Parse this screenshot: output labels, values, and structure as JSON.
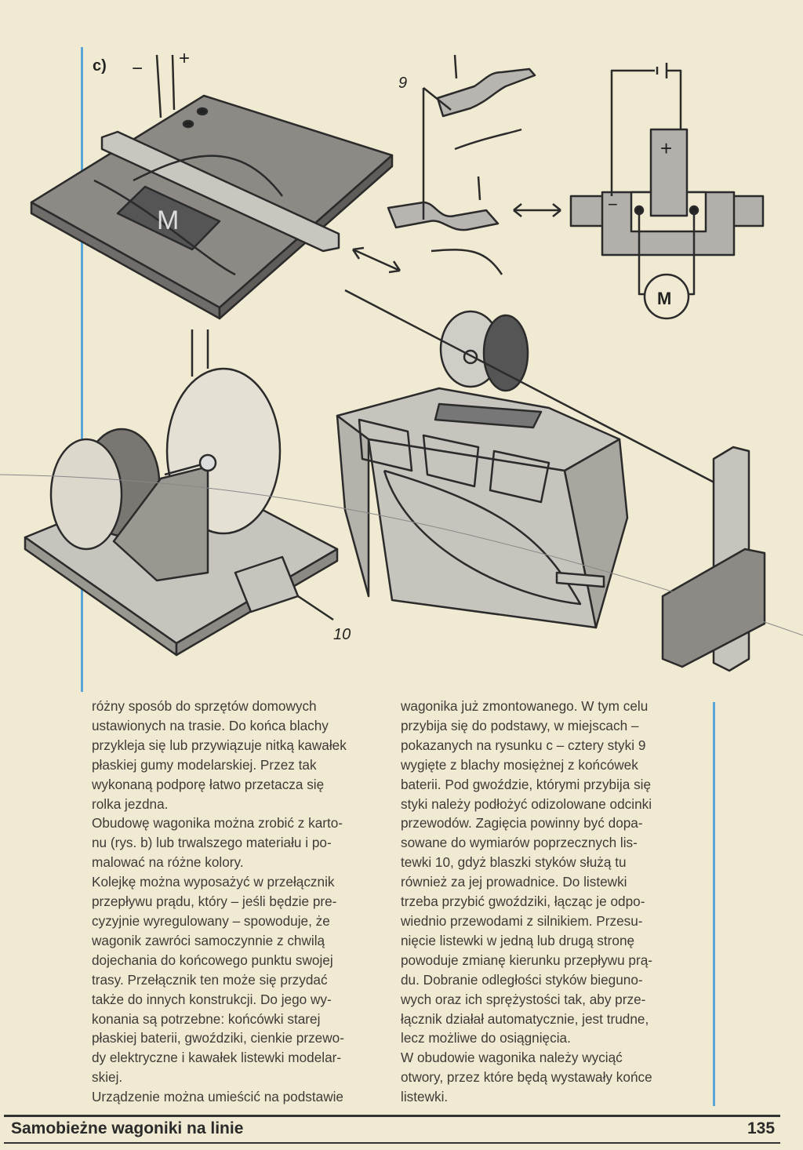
{
  "figure": {
    "panel_label": "c)",
    "minus_sign": "−",
    "plus_sign": "+",
    "callout_contacts": "9",
    "callout_strip": "10",
    "motor_box_label": "M",
    "motor_symbol_label": "M",
    "battery_plus": "+",
    "battery_minus": "−"
  },
  "body": {
    "left_column": [
      "różny sposób do sprzętów domowych",
      "ustawionych na trasie. Do końca blachy",
      "przykleja się lub przywiązuje nitką kawałek",
      "płaskiej gumy modelarskiej. Przez tak",
      "wykonaną podporę łatwo przetacza się",
      "rolka jezdna.",
      "Obudowę wagonika można zrobić z karto-",
      "nu (rys. b) lub trwalszego materiału i po-",
      "malować na różne kolory.",
      "Kolejkę można wyposażyć w przełącznik",
      "przepływu prądu, który – jeśli będzie pre-",
      "cyzyjnie wyregulowany – spowoduje, że",
      "wagonik zawróci samoczynnie z chwilą",
      "dojechania do końcowego punktu swojej",
      "trasy. Przełącznik ten może się przydać",
      "także do innych konstrukcji. Do jego wy-",
      "konania są potrzebne: końcówki starej",
      "płaskiej baterii, gwoździki, cienkie przewo-",
      "dy elektryczne i kawałek listewki modelar-",
      "skiej.",
      "Urządzenie można umieścić na podstawie"
    ],
    "right_column": [
      "wagonika już zmontowanego. W tym celu",
      "przybija się do podstawy, w miejscach –",
      "pokazanych na rysunku c – cztery styki 9",
      "wygięte z blachy mosiężnej z końcówek",
      "baterii. Pod gwoździe, którymi przybija się",
      "styki należy podłożyć odizolowane odcinki",
      "przewodów. Zagięcia powinny być dopa-",
      "sowane do wymiarów poprzecznych lis-",
      "tewki 10, gdyż blaszki styków służą tu",
      "również za jej prowadnice. Do listewki",
      "trzeba przybić gwoździki, łącząc je odpo-",
      "wiednio przewodami z silnikiem. Przesu-",
      "nięcie listewki w jedną lub drugą stronę",
      "powoduje zmianę kierunku przepływu prą-",
      "du. Dobranie odległości styków bieguno-",
      "wych oraz ich sprężystości tak, aby prze-",
      "łącznik działał automatycznie, jest trudne,",
      "lecz możliwe do osiągnięcia.",
      "W obudowie wagonika należy wyciąć",
      "otwory, przez które będą wystawały końce",
      "listewki."
    ]
  },
  "footer": {
    "chapter_title": "Samobieżne wagoniki na linie",
    "page_number": "135"
  },
  "colors": {
    "accent_line": "#5aa6d8",
    "paper": "#f1ead2",
    "ink": "#3a3633",
    "fill_gray": "#9a9690"
  }
}
